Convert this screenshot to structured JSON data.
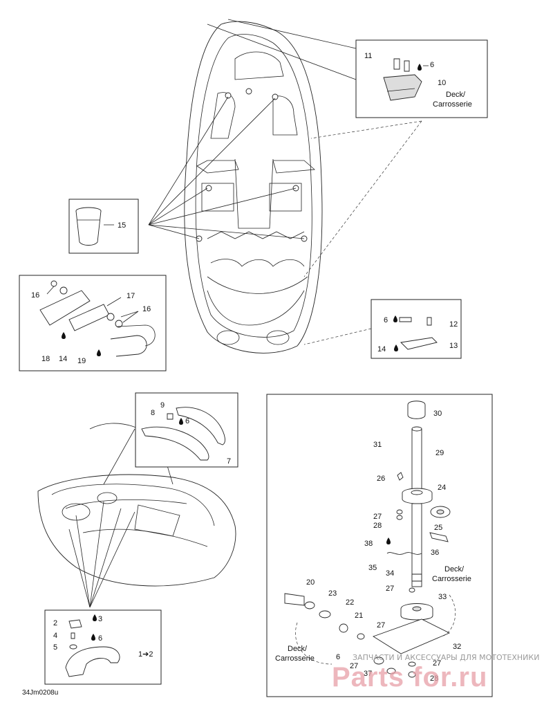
{
  "callouts": {
    "c1": "1",
    "c2": "2",
    "c3": "3",
    "c4": "4",
    "c5": "5",
    "c6": "6",
    "c7": "7",
    "c8": "8",
    "c9": "9",
    "c10": "10",
    "c11": "11",
    "c12": "12",
    "c13": "13",
    "c14": "14",
    "c15": "15",
    "c16": "16",
    "c17": "17",
    "c18": "18",
    "c19": "19",
    "c20": "20",
    "c21": "21",
    "c22": "22",
    "c23": "23",
    "c24": "24",
    "c25": "25",
    "c26": "26",
    "c27": "27",
    "c28": "28",
    "c29": "29",
    "c30": "30",
    "c31": "31",
    "c32": "32",
    "c33": "33",
    "c34": "34",
    "c35": "35",
    "c36": "36",
    "c37": "37",
    "c38": "38"
  },
  "notes": {
    "deck1": "Deck/",
    "carrosserie1": "Carrosserie",
    "deck2": "Deck/",
    "carrosserie2": "Carrosserie",
    "deck3": "Deck/",
    "carrosserie3": "Carrosserie",
    "arrow_note": "1➔2"
  },
  "footer": {
    "code": "34Jm0208u"
  },
  "watermark": {
    "caption": "ЗАПЧАСТИ И АКСЕССУАРЫ ДЛЯ МОТОТЕХНИКИ",
    "brand": "Parts for.ru"
  }
}
